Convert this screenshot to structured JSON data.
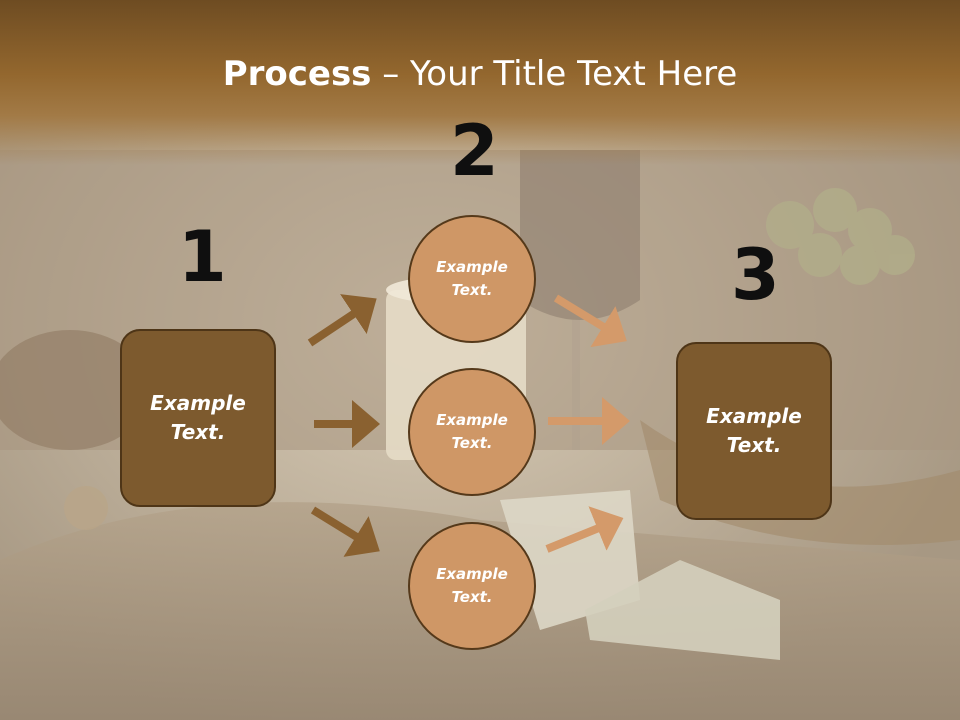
{
  "title": {
    "bold": "Process",
    "rest": " – Your Title Text Here"
  },
  "steps": [
    {
      "number": "1",
      "box_text_line1": "Example",
      "box_text_line2": "Text."
    },
    {
      "number": "2"
    },
    {
      "number": "3",
      "box_text_line1": "Example",
      "box_text_line2": "Text."
    }
  ],
  "circles": [
    {
      "line1": "Example",
      "line2": "Text."
    },
    {
      "line1": "Example",
      "line2": "Text."
    },
    {
      "line1": "Example",
      "line2": "Text."
    }
  ],
  "colors": {
    "header": "#93672e",
    "box_fill": "#7d5a2e",
    "circle_fill": "#cf9766",
    "arrow_left": "#8a6130",
    "arrow_right": "#d49a6a"
  }
}
